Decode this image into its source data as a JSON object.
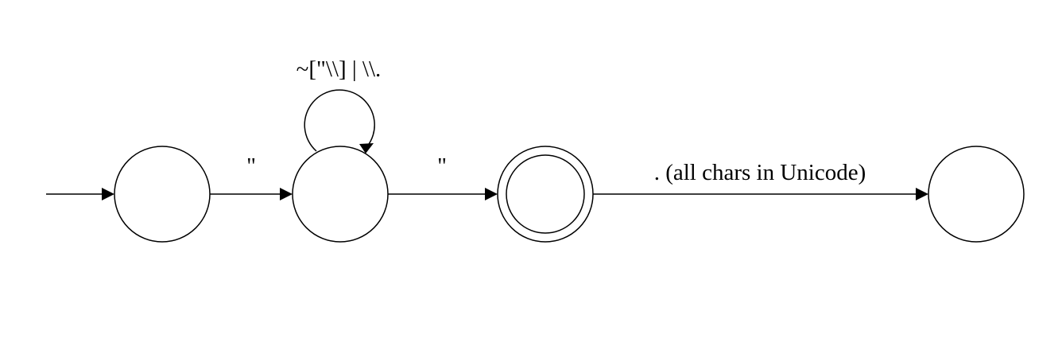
{
  "diagram": {
    "type": "finite-state-automaton",
    "states": [
      {
        "id": "s0",
        "accepting": false,
        "initial": true
      },
      {
        "id": "s1",
        "accepting": false,
        "initial": false
      },
      {
        "id": "s2",
        "accepting": true,
        "initial": false
      },
      {
        "id": "s3",
        "accepting": false,
        "initial": false
      }
    ],
    "transitions": [
      {
        "from": "s0",
        "to": "s1",
        "label": "\""
      },
      {
        "from": "s1",
        "to": "s1",
        "label": "~[\"\\\\] | \\\\."
      },
      {
        "from": "s1",
        "to": "s2",
        "label": "\""
      },
      {
        "from": "s2",
        "to": "s3",
        "label": ". (all chars in Unicode)"
      }
    ],
    "colors": {
      "stroke": "#000000",
      "background": "#ffffff"
    }
  }
}
